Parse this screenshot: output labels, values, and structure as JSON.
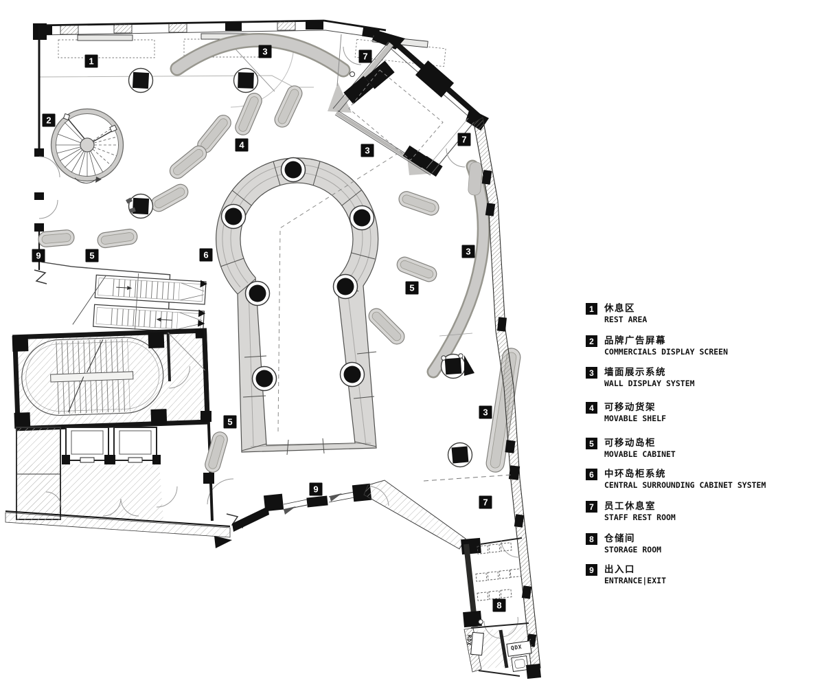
{
  "legend": {
    "items": [
      {
        "num": "1",
        "zh": "休息区",
        "en": "REST AREA"
      },
      {
        "num": "2",
        "zh": "品牌广告屏幕",
        "en": "COMMERCIALS DISPLAY SCREEN"
      },
      {
        "num": "3",
        "zh": "墙面展示系统",
        "en": "WALL DISPLAY SYSTEM"
      },
      {
        "num": "4",
        "zh": "可移动货架",
        "en": "MOVABLE SHELF"
      },
      {
        "num": "5",
        "zh": "可移动岛柜",
        "en": "MOVABLE CABINET"
      },
      {
        "num": "6",
        "zh": "中环岛柜系统",
        "en": "CENTRAL SURROUNDING CABINET SYSTEM"
      },
      {
        "num": "7",
        "zh": "员工休息室",
        "en": "STAFF REST ROOM"
      },
      {
        "num": "8",
        "zh": "仓储间",
        "en": "STORAGE ROOM"
      },
      {
        "num": "9",
        "zh": "出入口",
        "en": "ENTRANCE|EXIT"
      }
    ]
  },
  "plan": {
    "tags": [
      {
        "label": "1"
      },
      {
        "label": "2"
      },
      {
        "label": "3"
      },
      {
        "label": "3"
      },
      {
        "label": "3"
      },
      {
        "label": "3"
      },
      {
        "label": "4"
      },
      {
        "label": "5"
      },
      {
        "label": "5"
      },
      {
        "label": "5"
      },
      {
        "label": "6"
      },
      {
        "label": "7"
      },
      {
        "label": "7"
      },
      {
        "label": "7"
      },
      {
        "label": "8"
      },
      {
        "label": "9"
      },
      {
        "label": "9"
      }
    ],
    "fixture_labels": [
      {
        "text": "RDX"
      },
      {
        "text": "QDX"
      }
    ]
  },
  "colors": {
    "wall": "#141414",
    "display_band": "#c9c8c6",
    "fixture_gray": "#d7d6d4",
    "tag_bg": "#0d0d0d",
    "tag_text": "#ffffff"
  }
}
